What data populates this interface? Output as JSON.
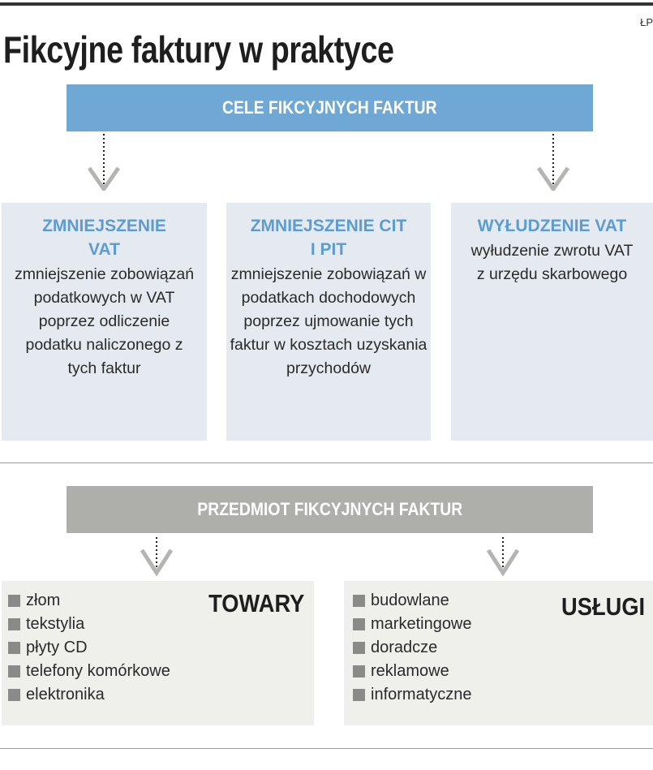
{
  "credit": "ŁP",
  "title": "Fikcyjne faktury w praktyce",
  "goals": {
    "header": "CELE FIKCYJNYCH FAKTUR",
    "items": [
      {
        "heading": "ZMNIEJSZENIE VAT",
        "text": "zmniejszenie zobowiązań podatkowych w VAT poprzez odliczenie podatku naliczonego z tych faktur"
      },
      {
        "heading": "ZMNIEJSZENIE CIT I PIT",
        "text": "zmniejszenie zobowiązań w podatkach dochodowych poprzez ujmowanie tych faktur w kosztach uzyskania przychodów"
      },
      {
        "heading": "WYŁUDZENIE VAT",
        "text": "wyłudzenie zwrotu VAT z urzędu skarbowego"
      }
    ]
  },
  "subject": {
    "header": "PRZEDMIOT FIKCYJNYCH FAKTUR",
    "goods": {
      "label": "TOWARY",
      "items": [
        "złom",
        "tekstylia",
        "płyty CD",
        "telefony komórkowe",
        "elektronika"
      ]
    },
    "services": {
      "label": "USŁUGI",
      "items": [
        "budowlane",
        "marketingowe",
        "doradcze",
        "reklamowe",
        "informatyczne"
      ]
    }
  },
  "colors": {
    "blue": "#6fa8d4",
    "heading_blue": "#5c9cd0",
    "gray": "#aeaeab"
  }
}
